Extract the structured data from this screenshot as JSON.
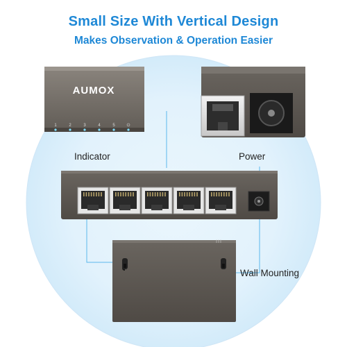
{
  "heading": {
    "title": "Small Size With Vertical Design",
    "subtitle": "Makes Observation & Operation Easier"
  },
  "brand": "AUMOX",
  "indicator_numbers": [
    "1",
    "2",
    "3",
    "4",
    "5",
    "⏻"
  ],
  "labels": {
    "indicator": "Indicator",
    "power": "Power",
    "wall_mounting": "Wall Mounting"
  },
  "colors": {
    "accent": "#1e88d6",
    "device_body": "#5a5550",
    "led": "#7ee0ff"
  },
  "icons": [
    "ethernet-port-icon",
    "power-jack-icon",
    "wall-mount-slot-icon"
  ]
}
